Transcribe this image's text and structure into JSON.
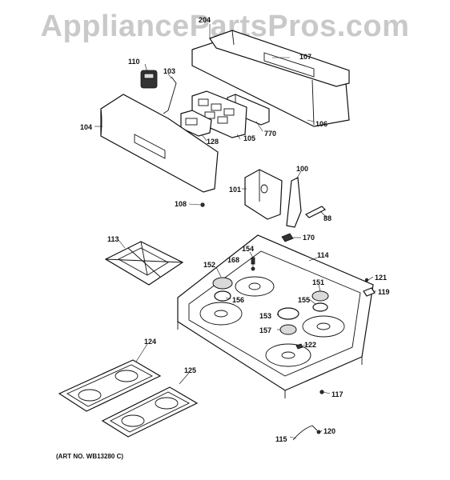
{
  "watermark": "AppliancePartsPros.com",
  "art_number": "(ART NO. WB13280 C)",
  "callouts": {
    "p204": "204",
    "p107": "107",
    "p110": "110",
    "p103": "103",
    "p104": "104",
    "p128": "128",
    "p105": "105",
    "p770": "770",
    "p106": "106",
    "p100": "100",
    "p101": "101",
    "p108": "108",
    "p88": "88",
    "p170": "170",
    "p113": "113",
    "p154": "154",
    "p168": "168",
    "p114": "114",
    "p152": "152",
    "p156": "156",
    "p121": "121",
    "p151": "151",
    "p119": "119",
    "p155": "155",
    "p153": "153",
    "p157": "157",
    "p122": "122",
    "p124": "124",
    "p125": "125",
    "p117": "117",
    "p120": "120",
    "p115": "115"
  }
}
